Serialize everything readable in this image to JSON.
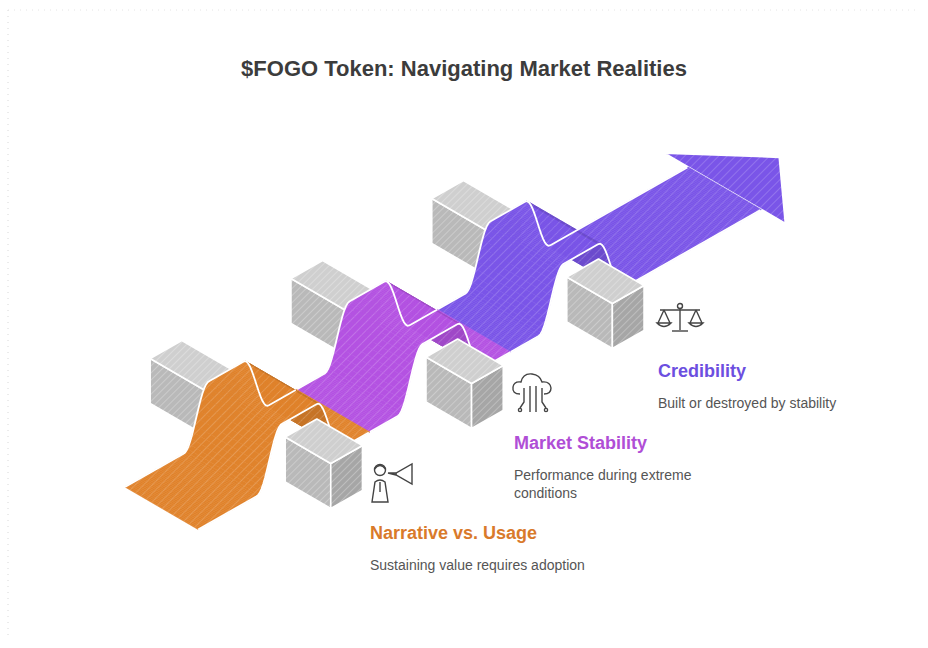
{
  "diagram": {
    "title": "$FOGO Token: Navigating Market Realities",
    "labels": [
      "Narrative vs. Usage",
      "Sustaining value requires adoption",
      "Market Stability",
      "Performance during extreme conditions",
      "Credibility",
      "Built or destroyed by stability"
    ]
  }
}
